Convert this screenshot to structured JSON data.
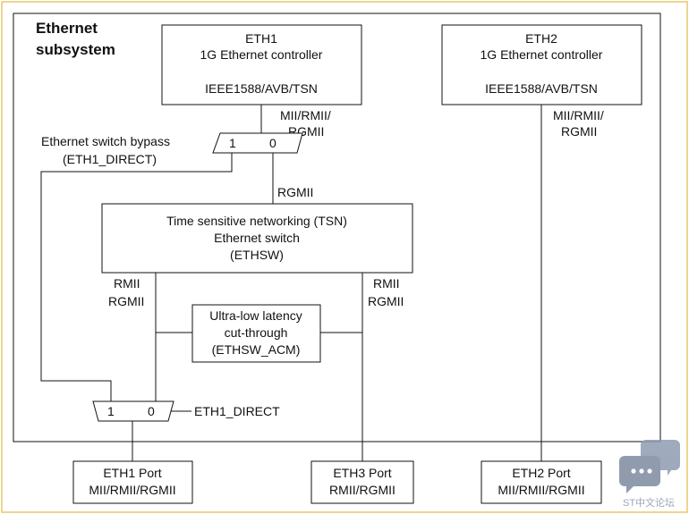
{
  "colors": {
    "frame": "#e8c76a",
    "line": "#111111",
    "watermark": "#9aa7b8"
  },
  "subsystem": {
    "title_line1": "Ethernet",
    "title_line2": "subsystem"
  },
  "eth1": {
    "line1": "ETH1",
    "line2": "1G Ethernet controller",
    "line3": "IEEE1588/AVB/TSN"
  },
  "eth2": {
    "line1": "ETH2",
    "line2": "1G Ethernet controller",
    "line3": "IEEE1588/AVB/TSN"
  },
  "eth1_iface": {
    "line1": "MII/RMII/",
    "line2": "RGMII"
  },
  "eth2_iface": {
    "line1": "MII/RMII/",
    "line2": "RGMII"
  },
  "bypass": {
    "line1": "Ethernet switch bypass",
    "line2": "(ETH1_DIRECT)"
  },
  "mux_top": {
    "in1": "1",
    "in0": "0"
  },
  "mux_bottom": {
    "in1": "1",
    "in0": "0",
    "control": "ETH1_DIRECT"
  },
  "rgmii_link": "RGMII",
  "tsn": {
    "line1": "Time sensitive networking (TSN)",
    "line2": "Ethernet switch",
    "line3": "(ETHSW)"
  },
  "left_iface": {
    "line1": "RMII",
    "line2": "RGMII"
  },
  "right_iface": {
    "line1": "RMII",
    "line2": "RGMII"
  },
  "acm": {
    "line1": "Ultra-low latency",
    "line2": "cut-through",
    "line3": "(ETHSW_ACM)"
  },
  "port_eth1": {
    "line1": "ETH1 Port",
    "line2": "MII/RMII/RGMII"
  },
  "port_eth3": {
    "line1": "ETH3 Port",
    "line2": "RMII/RGMII"
  },
  "port_eth2": {
    "line1": "ETH2 Port",
    "line2": "MII/RMII/RGMII"
  },
  "watermark": {
    "text": "ST中文论坛",
    "icon": "chat-bubbles-icon"
  }
}
